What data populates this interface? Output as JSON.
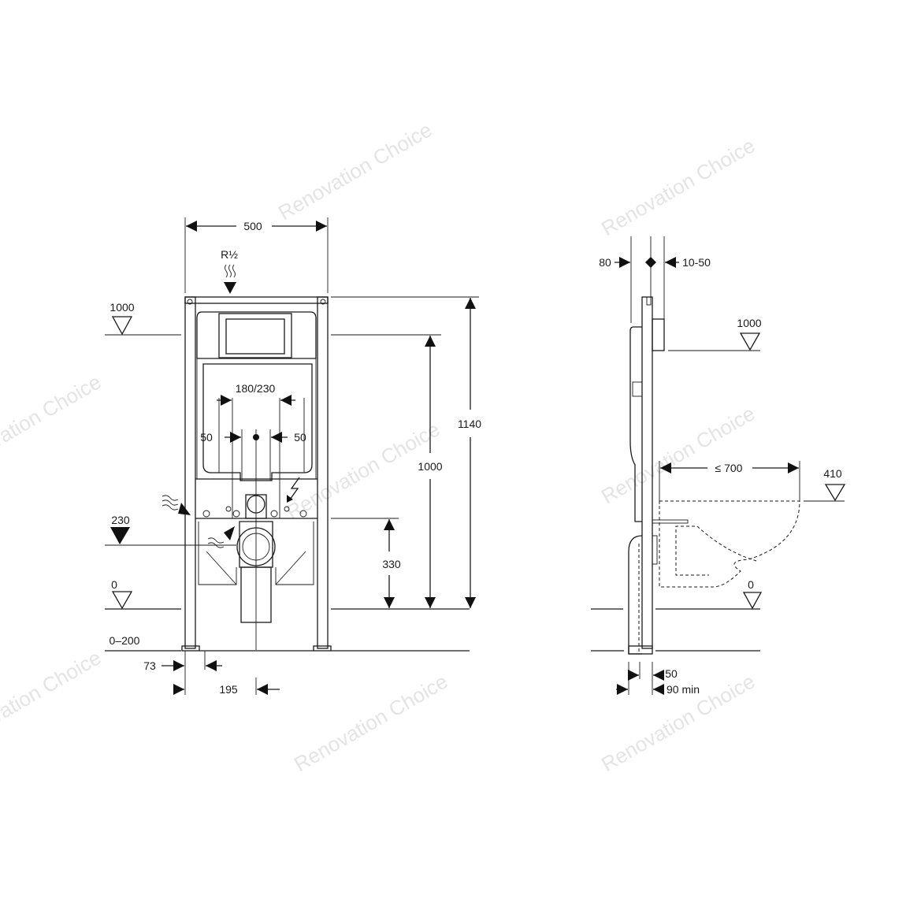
{
  "watermark": "Renovation Choice",
  "front_view": {
    "width": "500",
    "inlet": "R½",
    "level_1000": "1000",
    "level_230": "230",
    "level_0": "0",
    "range_0_200": "0–200",
    "dim_1140": "1140",
    "dim_1000": "1000",
    "dim_330": "330",
    "dim_180_230": "180/230",
    "dim_50_left": "50",
    "dim_50_right": "50",
    "dim_73": "73",
    "dim_195": "195"
  },
  "side_view": {
    "dim_80": "80",
    "dim_10_50": "10-50",
    "level_1000": "1000",
    "dim_700": "≤ 700",
    "level_410": "410",
    "level_0": "0",
    "dim_50": "50",
    "dim_90min": "90 min"
  }
}
